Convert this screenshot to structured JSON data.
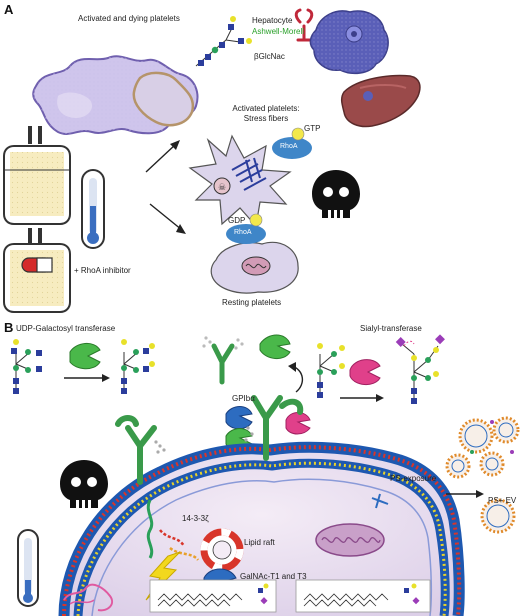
{
  "panel_a": {
    "letter": "A",
    "activated_dying_label": "Activated and dying platelets",
    "hepatocyte_label": "Hepatocyte",
    "ashwell_label": "Ashwell-Morell",
    "glcnac_label": "βGlcNac",
    "stress_label_line1": "Activated platelets:",
    "stress_label_line2": "Stress fibers",
    "gtp_label": "GTP",
    "rhoa_top_label": "RhoA",
    "gdp_label": "GDP",
    "rhoa_bottom_label": "RhoA",
    "inhibitor_label": "+ RhoA inhibitor",
    "resting_label": "Resting platelets"
  },
  "panel_b": {
    "letter": "B",
    "udp_label": "UDP-Galactosyl transferase",
    "sialyl_label": "Sialyl-transferase",
    "gpib_label": "GPIbα",
    "ps_exposure_label": "PS-exposure",
    "ps_ev_label": "PS+ EV",
    "protein_1433_label": "14-3-3ζ",
    "lipid_raft_label": "Lipid raft",
    "galnac_label": "GalNAc-T1 and T3"
  },
  "colors": {
    "platelet_purple": "#b9aee0",
    "hepatocyte_blue": "#5a5fb8",
    "liver_red": "#9a4a4a",
    "rhoa_blue": "#3f86c8",
    "gtp_yellow": "#f2e84b",
    "bag_yellow": "#f7ecc0",
    "membrane_blue": "#2d6cc0",
    "cell_interior": "#e7dcee",
    "glycan_blue": "#2b3d9c",
    "glycan_yellow": "#e8e12a",
    "glycan_green": "#2aa05a",
    "sialic_purple": "#9b3db8",
    "enzyme_green": "#4ab84a",
    "enzyme_pink": "#e0408a",
    "receptor_green": "#3a9a4a"
  },
  "icons": [
    "blood-bag-icon",
    "thermometer-icon",
    "skull-icon",
    "lightning-icon",
    "lifebuoy-icon",
    "mitochondrion-icon",
    "liver-icon",
    "hepatocyte-icon",
    "pill-icon"
  ]
}
